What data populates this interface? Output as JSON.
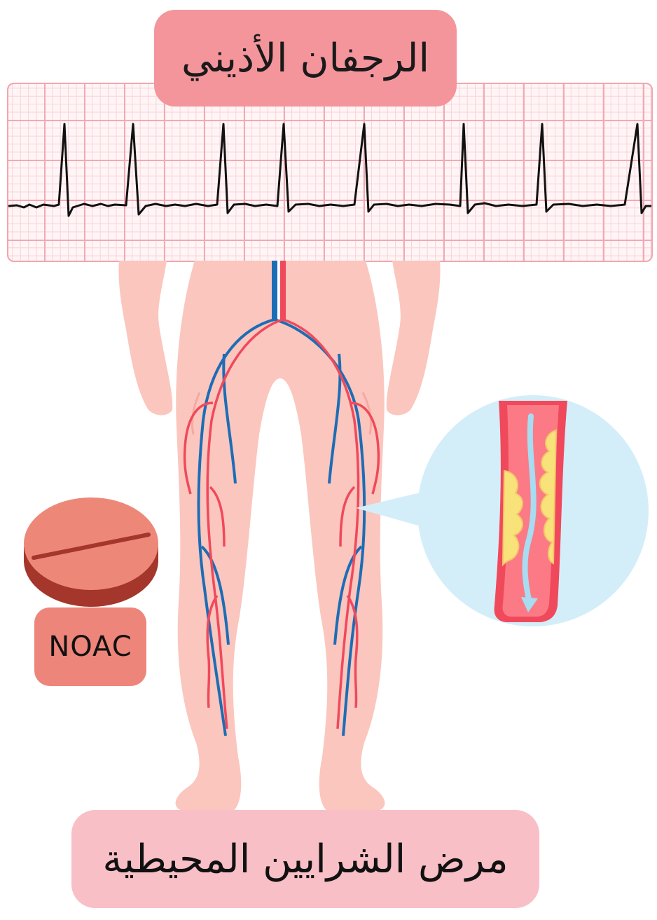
{
  "title": "الرجفان الأذيني",
  "caption": "مرض الشرايين المحيطية",
  "drug_label": "NOAC",
  "icons": {
    "ecg": "ecg-waveform-icon",
    "legs": "legs-vascular-icon",
    "artery": "artery-plaque-icon",
    "tablet": "pill-tablet-icon"
  },
  "colors": {
    "title_bg": "#f4959c",
    "caption_bg": "#f9bfc6",
    "drug_bg": "#ed857a",
    "skin": "#fbc6be",
    "artery": "#f0495c",
    "vein": "#1d6db5",
    "plaque": "#f8e27a",
    "bubble": "#d4eef9"
  }
}
